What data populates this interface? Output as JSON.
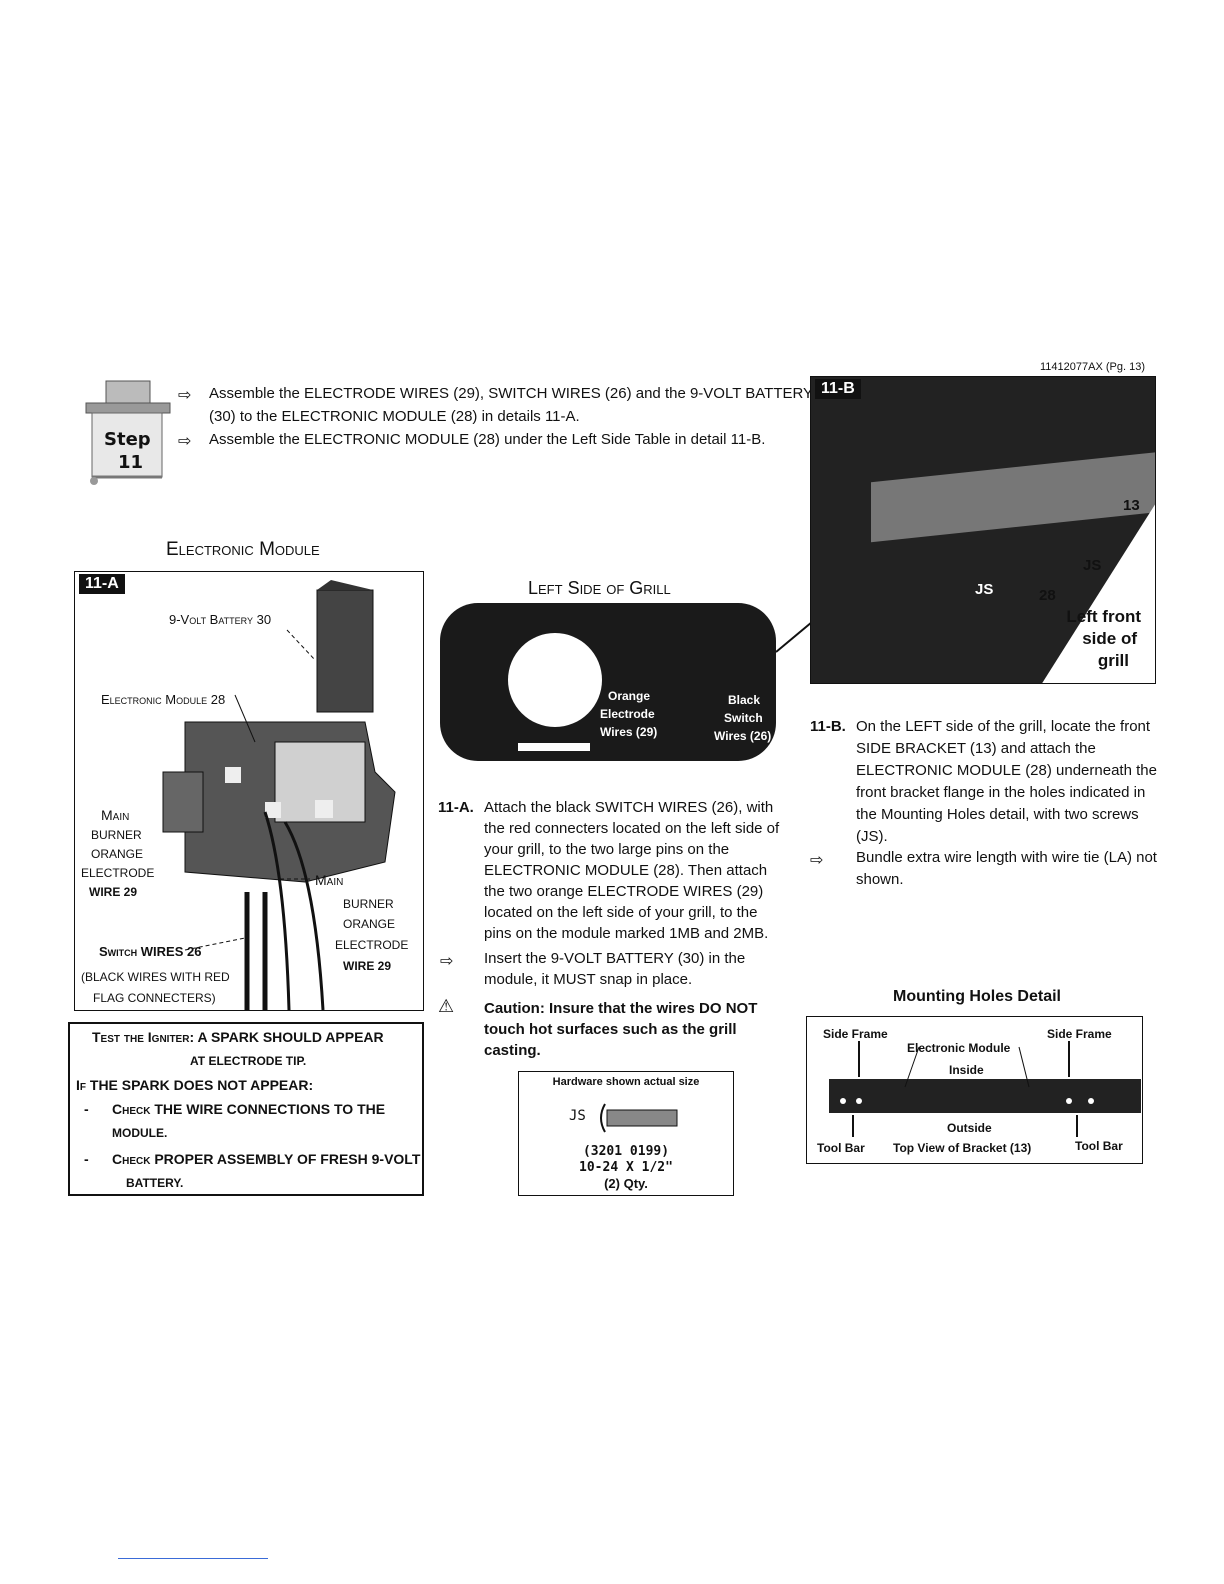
{
  "page_ref": "11412077AX (Pg. 13)",
  "step": {
    "word": "Step",
    "number": "11"
  },
  "instructions": {
    "line1": "Assemble the ELECTRODE WIRES (29), SWITCH WIRES (26) and the 9-VOLT BATTERY",
    "line2": "(30) to the ELECTRONIC MODULE (28) in details 11-A.",
    "line3": "Assemble the ELECTRONIC MODULE (28) under the Left Side Table in detail 11-B."
  },
  "title_electronic_module": "Electronic Module",
  "title_left_side": "Left Side of Grill",
  "detail_a": {
    "tag": "11-A",
    "battery": "9-Volt Battery 30",
    "module": "Electronic Module 28",
    "left_label": [
      "Main",
      "BURNER",
      "ORANGE",
      "ELECTRODE",
      "WIRE 29"
    ],
    "right_label": [
      "Main",
      "BURNER",
      "ORANGE",
      "ELECTRODE",
      "WIRE 29"
    ],
    "switch": "Switch WIRES 26",
    "switch_note1": "(BLACK WIRES WITH RED",
    "switch_note2": "FLAG CONNECTERS)"
  },
  "test_box": {
    "line1": "Test the Igniter: A SPARK SHOULD APPEAR",
    "line2": "AT ELECTRODE TIP.",
    "line3": "If THE SPARK DOES NOT APPEAR:",
    "bullet1a": "Check THE WIRE CONNECTIONS TO THE",
    "bullet1b": "MODULE.",
    "bullet2a": "Check PROPER ASSEMBLY OF FRESH 9-VOLT",
    "bullet2b": "BATTERY.",
    "dash": "-"
  },
  "left_side_photo": {
    "orange1": "Orange",
    "orange2": "Electrode",
    "orange3": "Wires (29)",
    "black1": "Black",
    "black2": "Switch",
    "black3": "Wires (26)"
  },
  "step_11a": {
    "num": "11-A.",
    "lines": [
      "Attach the black SWITCH WIRES (26), with",
      "the red connecters located on the left side of",
      "your grill, to the two large pins on the",
      "ELECTRONIC MODULE (28). Then attach",
      "the two orange ELECTRODE WIRES (29)",
      "located on the left side of your grill, to the",
      "pins on the module marked 1MB and 2MB."
    ],
    "battery_lines": [
      "Insert the 9-VOLT BATTERY (30) in the",
      "module, it MUST snap in place."
    ],
    "caution_lines": [
      "Caution: Insure that the wires DO NOT",
      "touch hot surfaces such as the grill",
      "casting."
    ]
  },
  "hardware": {
    "title": "Hardware shown actual size",
    "code": "JS",
    "part": "(3201 0199)",
    "size": "10-24 X 1/2\"",
    "qty": "(2) Qty."
  },
  "detail_b": {
    "tag": "11-B",
    "n13": "13",
    "js1": "JS",
    "js2": "JS",
    "n28": "28",
    "caption1": "Left front",
    "caption2": "side of",
    "caption3": "grill"
  },
  "step_11b": {
    "num": "11-B.",
    "lines": [
      "On the LEFT side of the grill, locate the front",
      "SIDE BRACKET (13) and attach the",
      "ELECTRONIC MODULE (28) underneath the",
      "front bracket flange in the holes indicated in",
      "the Mounting Holes detail, with two screws",
      "(JS)."
    ],
    "bundle_lines": [
      "Bundle extra wire length with wire tie (LA) not",
      "shown."
    ]
  },
  "mounting": {
    "title": "Mounting Holes Detail",
    "side_frame_l": "Side Frame",
    "side_frame_r": "Side Frame",
    "module": "Electronic Module",
    "inside": "Inside",
    "outside": "Outside",
    "toolbar_l": "Tool Bar",
    "toolbar_r": "Tool Bar",
    "caption": "Top View of Bracket (13)"
  }
}
